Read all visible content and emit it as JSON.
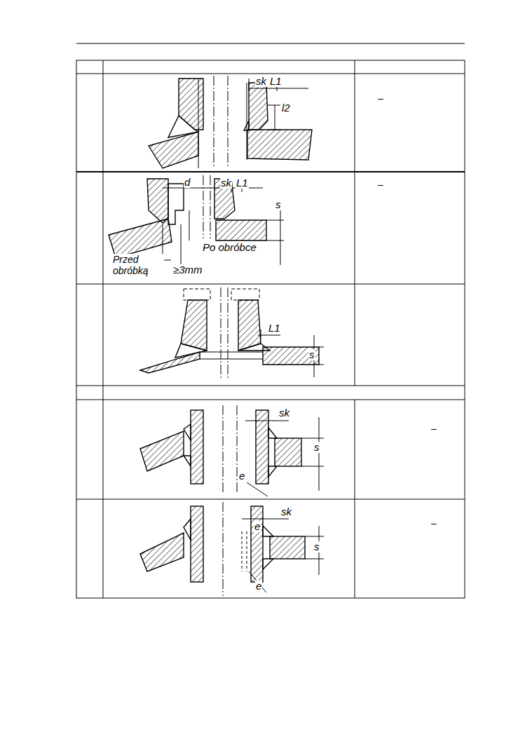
{
  "diagram": {
    "labels": [
      "sk",
      "L1",
      "l2",
      "–",
      "d",
      "sk",
      "L1",
      "s",
      "Po obróbce",
      "Przed obróbką",
      "≥3mm",
      "–",
      "L1",
      "s",
      "sk",
      "s",
      "e",
      "–",
      "sk",
      "e",
      "s",
      "e",
      "–"
    ]
  }
}
